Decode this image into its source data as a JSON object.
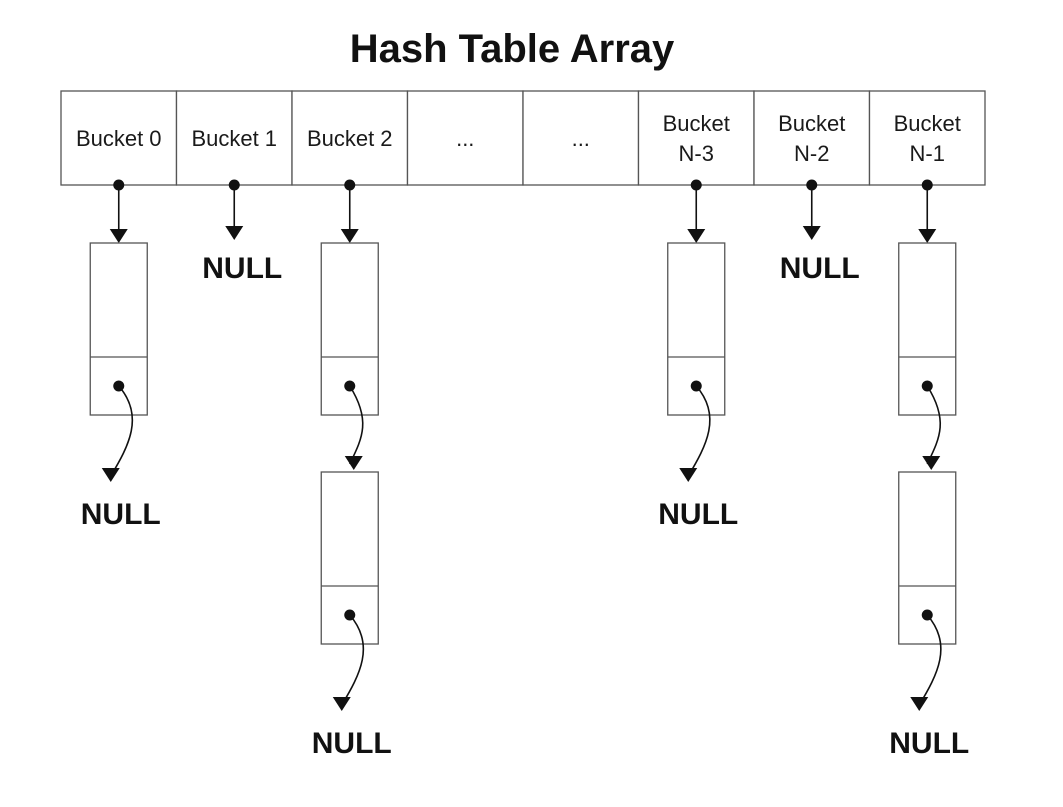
{
  "title": "Hash Table Array",
  "buckets": [
    {
      "lines": [
        "Bucket 0"
      ],
      "chain": 1
    },
    {
      "lines": [
        "Bucket 1"
      ],
      "chain": 0
    },
    {
      "lines": [
        "Bucket 2"
      ],
      "chain": 2
    },
    {
      "lines": [
        "..."
      ],
      "chain": 0,
      "empty": true
    },
    {
      "lines": [
        "..."
      ],
      "chain": 0,
      "empty": true
    },
    {
      "lines": [
        "Bucket",
        "N-3"
      ],
      "chain": 1
    },
    {
      "lines": [
        "Bucket",
        "N-2"
      ],
      "chain": 0
    },
    {
      "lines": [
        "Bucket",
        "N-1"
      ],
      "chain": 2
    }
  ],
  "null_label": "NULL"
}
